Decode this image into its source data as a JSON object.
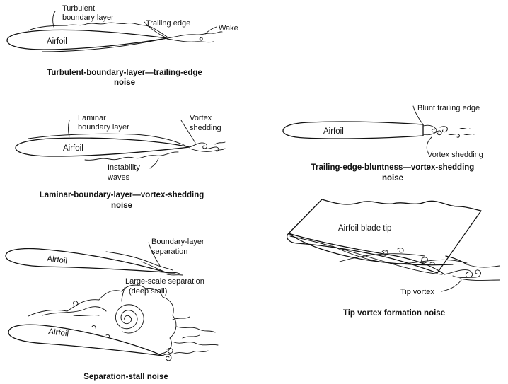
{
  "panels": {
    "turbulent_te": {
      "labels": {
        "turbulent_boundary_layer_1": "Turbulent",
        "turbulent_boundary_layer_2": "boundary layer",
        "trailing_edge": "Trailing edge",
        "wake": "Wake",
        "airfoil": "Airfoil"
      },
      "caption_1": "Turbulent-boundary-layer—trailing-edge",
      "caption_2": "noise"
    },
    "laminar_vs": {
      "labels": {
        "laminar_boundary_layer_1": "Laminar",
        "laminar_boundary_layer_2": "boundary layer",
        "vortex_shedding_1": "Vortex",
        "vortex_shedding_2": "shedding",
        "instability_waves_1": "Instability",
        "instability_waves_2": "waves",
        "airfoil": "Airfoil"
      },
      "caption_1": "Laminar-boundary-layer—vortex-shedding",
      "caption_2": "noise"
    },
    "separation_stall": {
      "labels": {
        "boundary_layer_separation_1": "Boundary-layer",
        "boundary_layer_separation_2": "separation",
        "large_scale_separation_1": "Large-scale separation",
        "large_scale_separation_2": "(deep stall)",
        "airfoil_top": "Airfoil",
        "airfoil_bottom": "Airfoil"
      },
      "caption": "Separation-stall noise"
    },
    "bluntness": {
      "labels": {
        "blunt_trailing_edge": "Blunt trailing edge",
        "vortex_shedding": "Vortex shedding",
        "airfoil": "Airfoil"
      },
      "caption_1": "Trailing-edge-bluntness—vortex-shedding",
      "caption_2": "noise"
    },
    "tip_vortex": {
      "labels": {
        "airfoil_blade_tip": "Airfoil blade tip",
        "tip_vortex": "Tip vortex"
      },
      "caption": "Tip vortex formation noise"
    }
  }
}
